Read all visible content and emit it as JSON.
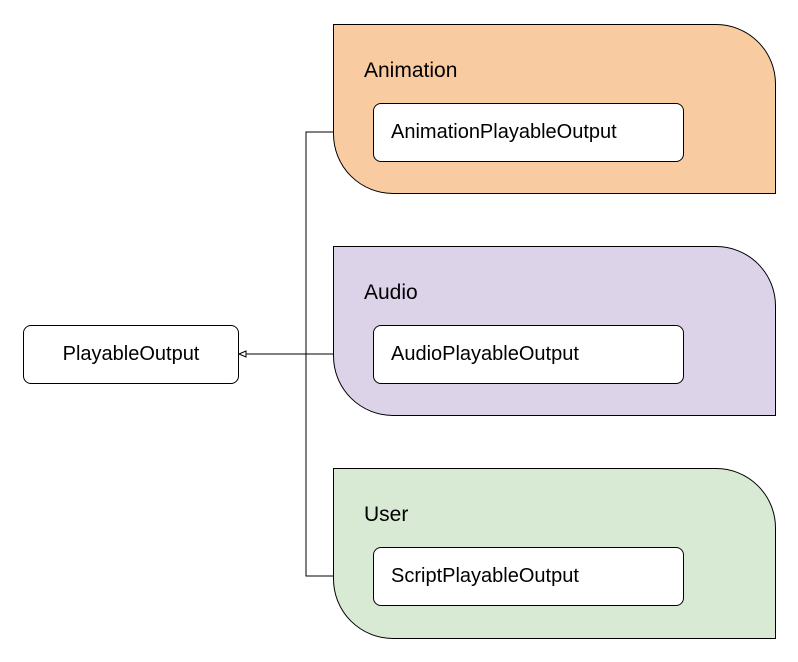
{
  "base_node": {
    "label": "PlayableOutput"
  },
  "groups": [
    {
      "title": "Animation",
      "node_label": "AnimationPlayableOutput",
      "fill": "#f8cba1"
    },
    {
      "title": "Audio",
      "node_label": "AudioPlayableOutput",
      "fill": "#dcd3e9"
    },
    {
      "title": "User",
      "node_label": "ScriptPlayableOutput",
      "fill": "#d9ead4"
    }
  ],
  "colors": {
    "line": "#000000",
    "node_fill": "#ffffff"
  }
}
